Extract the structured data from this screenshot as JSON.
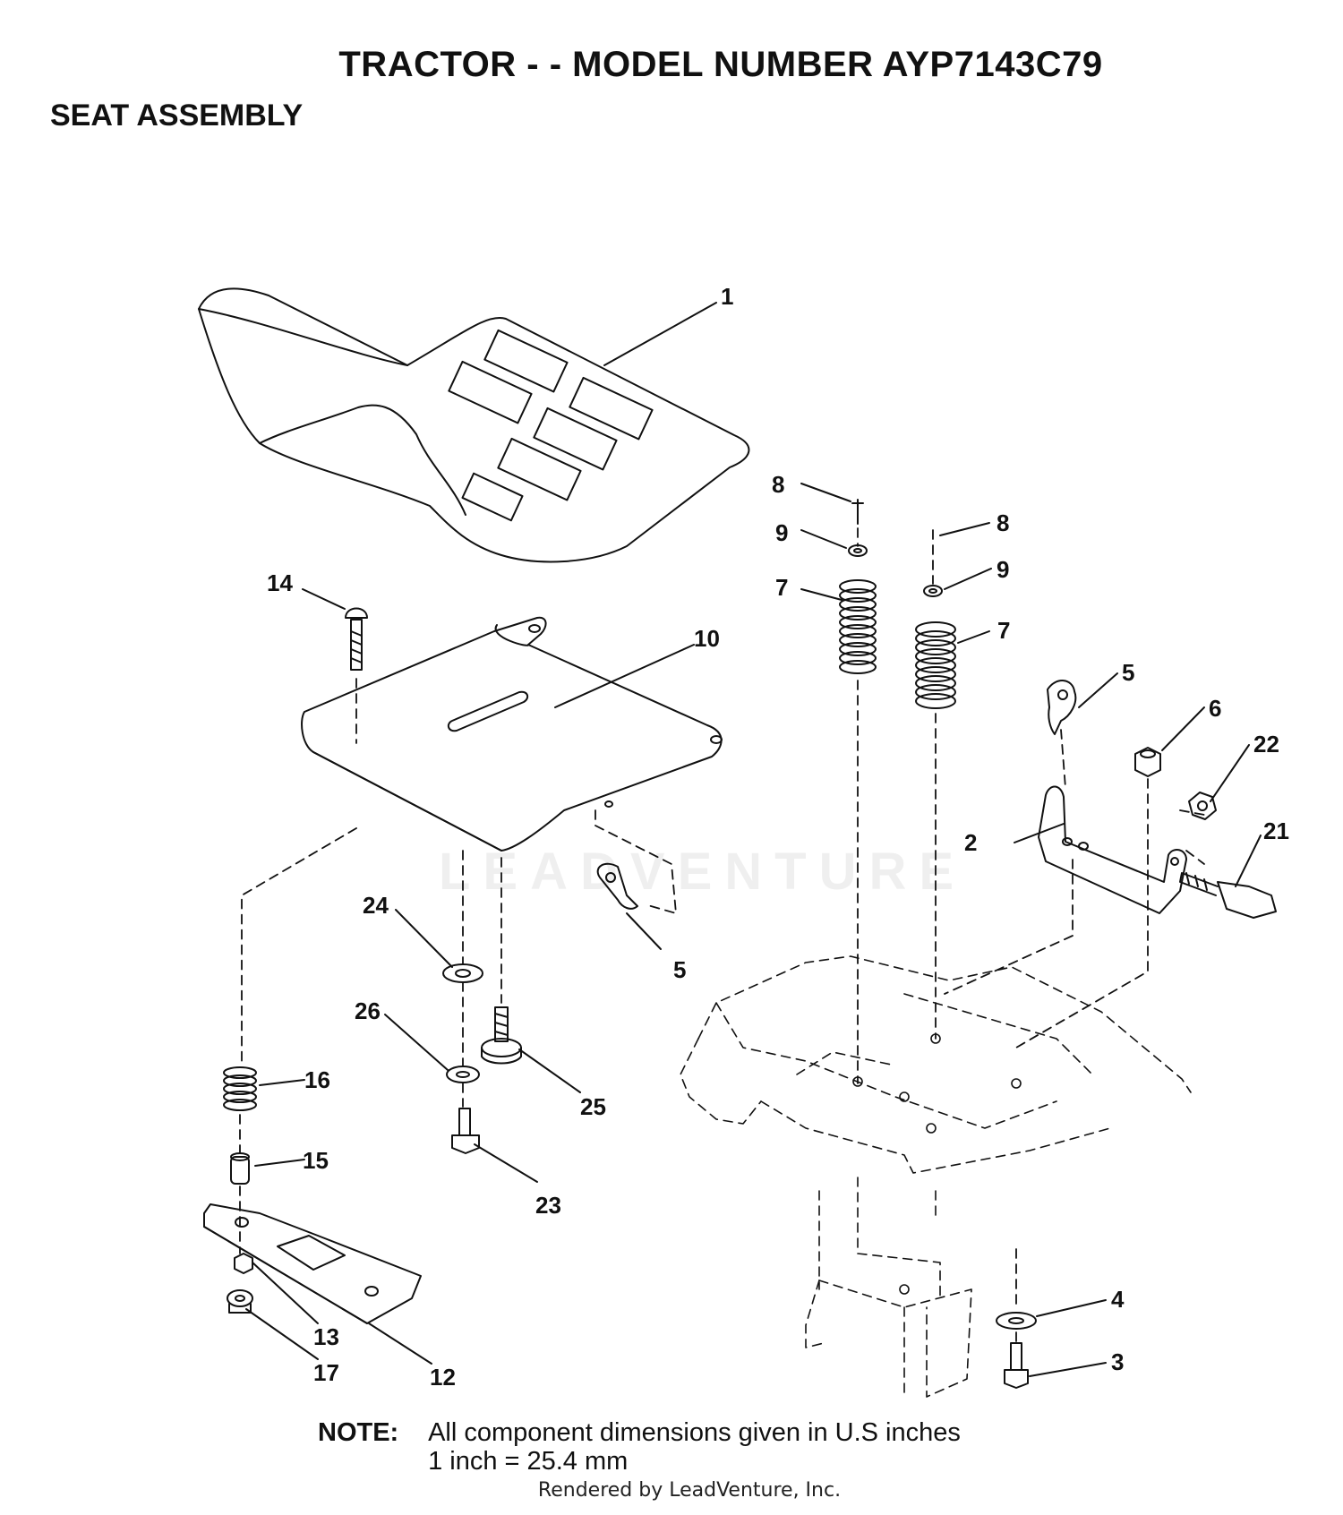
{
  "header": {
    "title": "TRACTOR - - MODEL NUMBER AYP7143C79",
    "subtitle": "SEAT ASSEMBLY"
  },
  "callouts": {
    "c1": "1",
    "c2": "2",
    "c3": "3",
    "c4": "4",
    "c5a": "5",
    "c5b": "5",
    "c6": "6",
    "c7a": "7",
    "c7b": "7",
    "c8a": "8",
    "c8b": "8",
    "c9a": "9",
    "c9b": "9",
    "c10": "10",
    "c12": "12",
    "c13": "13",
    "c14": "14",
    "c15": "15",
    "c16": "16",
    "c17": "17",
    "c21": "21",
    "c22": "22",
    "c23": "23",
    "c24": "24",
    "c25": "25",
    "c26": "26"
  },
  "note": {
    "label": "NOTE:",
    "line1": "All component dimensions given in U.S  inches",
    "line2": "1 inch = 25.4 mm"
  },
  "watermark": "LEADVENTURE",
  "footer": {
    "credit": "Rendered by LeadVenture, Inc."
  }
}
